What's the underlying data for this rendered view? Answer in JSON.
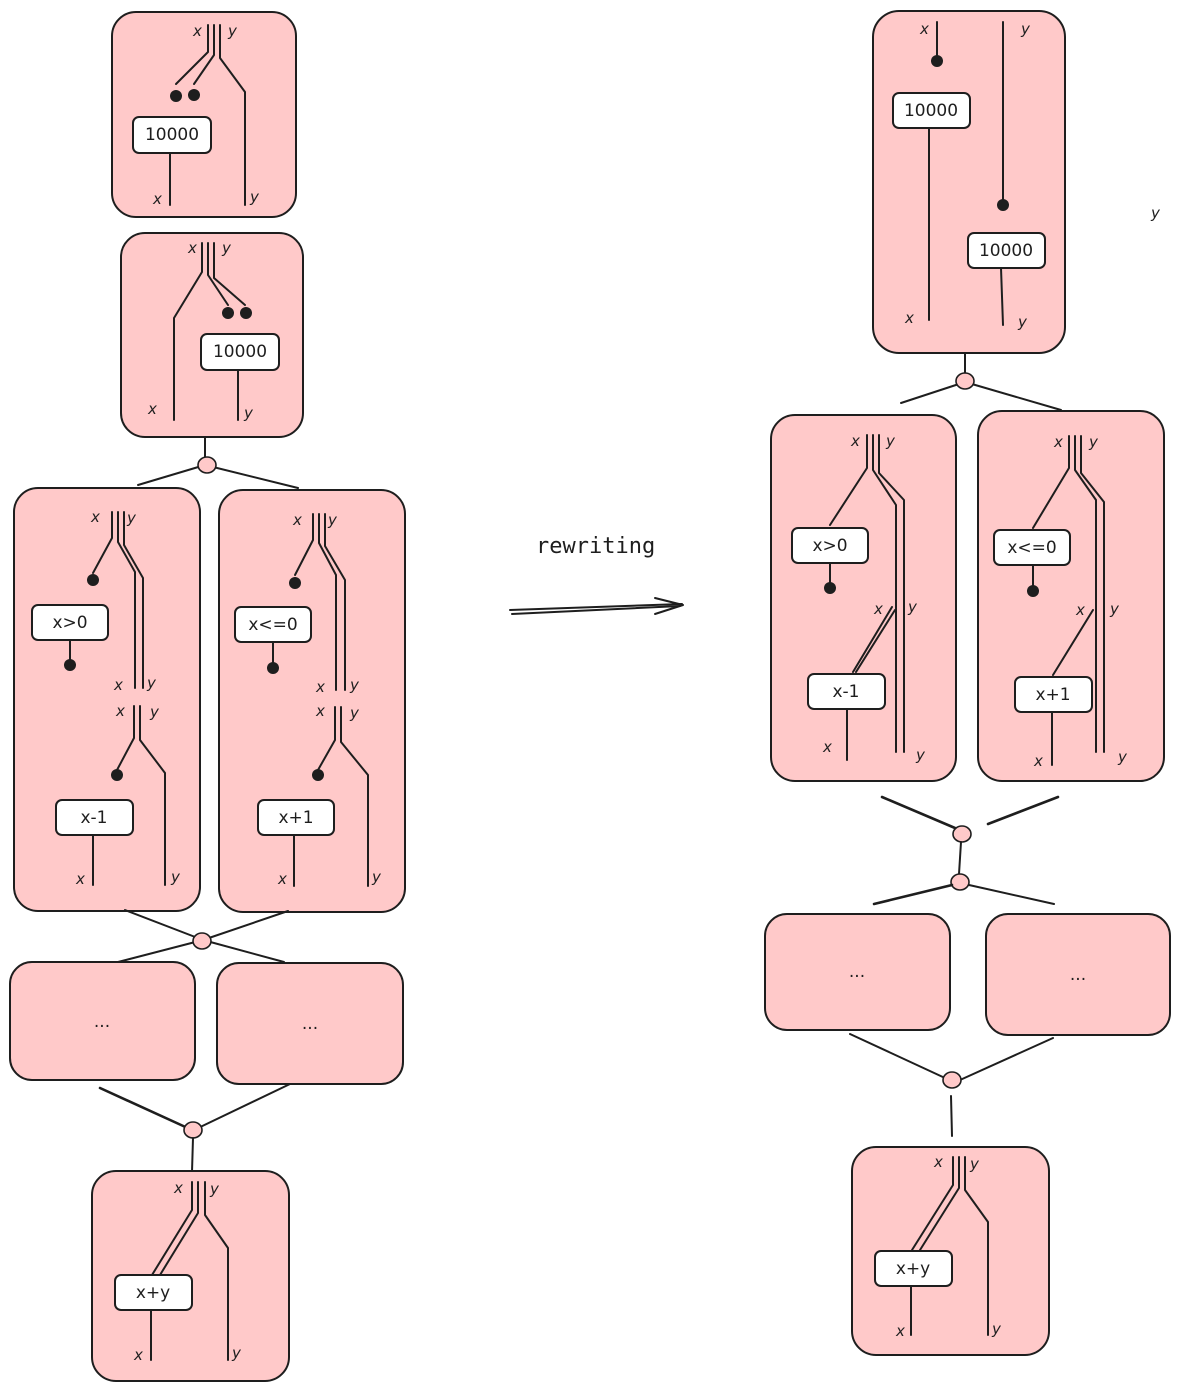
{
  "arrow_label": "rewriting",
  "var_x": "x",
  "var_y": "y",
  "ellipsis": "...",
  "ops": {
    "init": "10000",
    "cond_pos": "x>0",
    "cond_nonpos": "x<=0",
    "dec": "x-1",
    "inc": "x+1",
    "sum": "x+y"
  },
  "colors": {
    "box_fill": "#ffc9c9",
    "stroke": "#1e1e1e",
    "label_fill": "#ffffff"
  }
}
